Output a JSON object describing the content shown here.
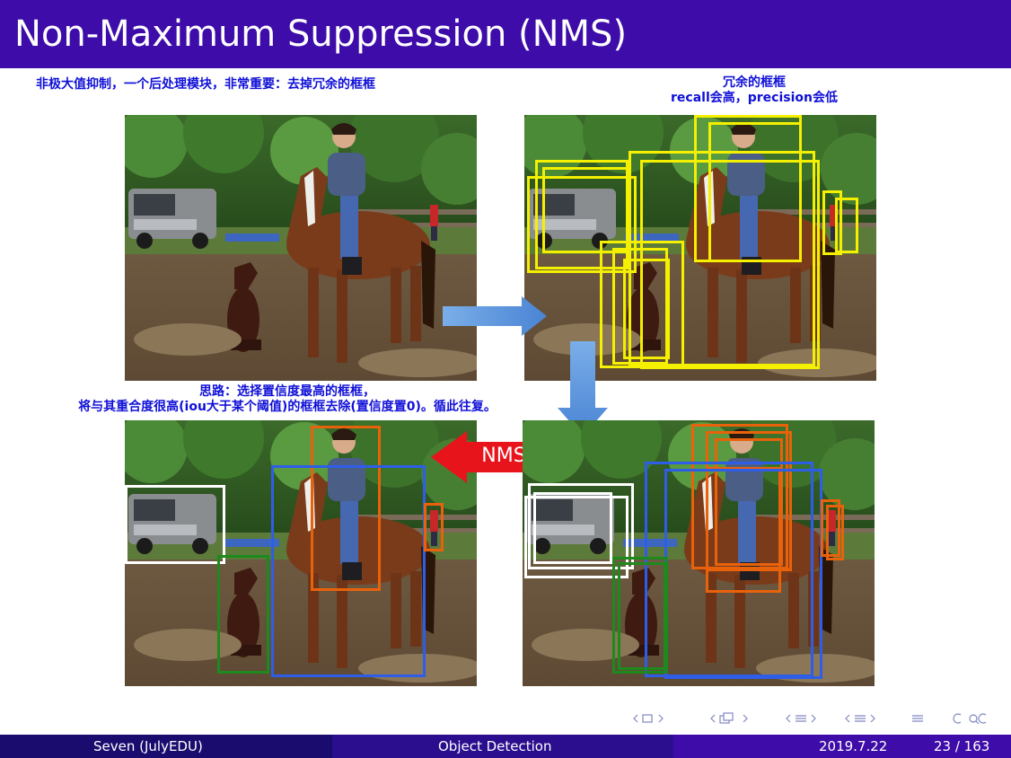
{
  "slide": {
    "title": "Non-Maximum Suppression (NMS)",
    "note_topleft": "非极大值抑制，一个后处理模块，非常重要：去掉冗余的框框",
    "note_topright_line1": "冗余的框框",
    "note_topright_line2": "recall会高，precision会低",
    "note_mid_line1": "思路：选择置信度最高的框框，",
    "note_mid_line2": "将与其重合度很高(iou大于某个阈值)的框框去除(置信度置0)。循此往复。",
    "nms_label": "NMS"
  },
  "colors": {
    "title_bg": "#3e0ca8",
    "note_text": "#1010d8",
    "box_yellow": "#f4f000",
    "box_orange": "#e8620c",
    "box_blue": "#2e5ee8",
    "box_green": "#1e8a1e",
    "box_white": "#ffffff",
    "arrow_blue": "#5b92dc",
    "arrow_red": "#e8141c"
  },
  "nav_icons": [
    "nav-frame-left-icon",
    "nav-frame-right-icon",
    "nav-section-icon",
    "nav-subsection-icon",
    "nav-align-icon",
    "nav-search-icon"
  ],
  "footer": {
    "author": "Seven (JulyEDU)",
    "topic": "Object Detection",
    "date": "2019.7.22",
    "page": "23 / 163"
  }
}
